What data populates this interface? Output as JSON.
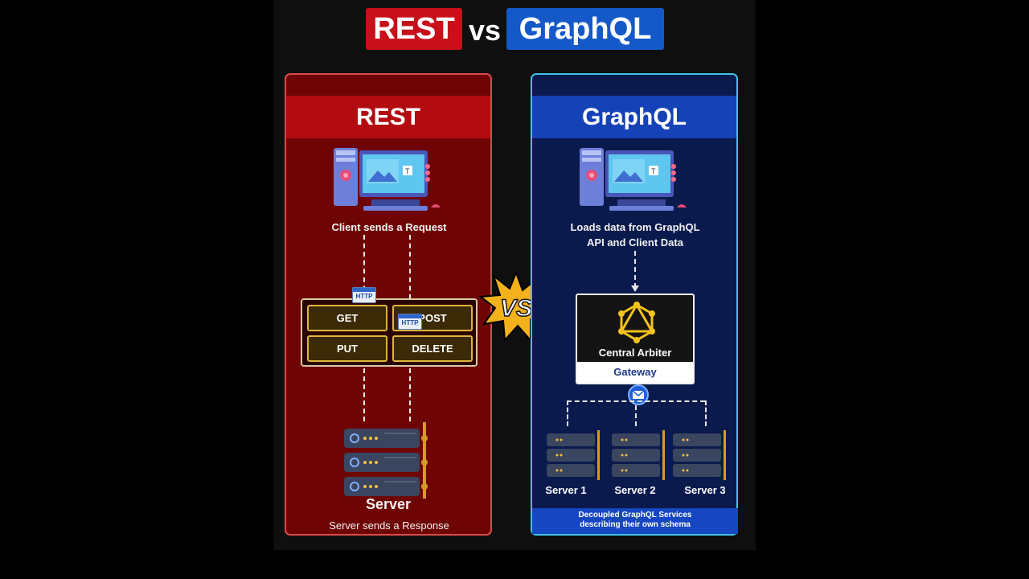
{
  "title": {
    "left": "REST",
    "middle": "vs",
    "right": "GraphQL"
  },
  "rest": {
    "header": "REST",
    "client_caption": "Client sends a Request",
    "http_tag": "HTTP",
    "methods": [
      "GET",
      "POST",
      "PUT",
      "DELETE"
    ],
    "server_label": "Server",
    "server_caption": "Server sends a Response"
  },
  "versus": "VS",
  "graphql": {
    "header": "GraphQL",
    "client_caption_1": "Loads data from GraphQL",
    "client_caption_2": "API and Client Data",
    "gateway_name": "Central Arbiter",
    "gateway_label": "Gateway",
    "servers": [
      "Server 1",
      "Server 2",
      "Server 3"
    ],
    "footer_1": "Decoupled GraphQL Services",
    "footer_2": "describing their own schema"
  },
  "colors": {
    "rest": "#c8101a",
    "graphql": "#1559c9",
    "accent": "#e0b53a"
  }
}
